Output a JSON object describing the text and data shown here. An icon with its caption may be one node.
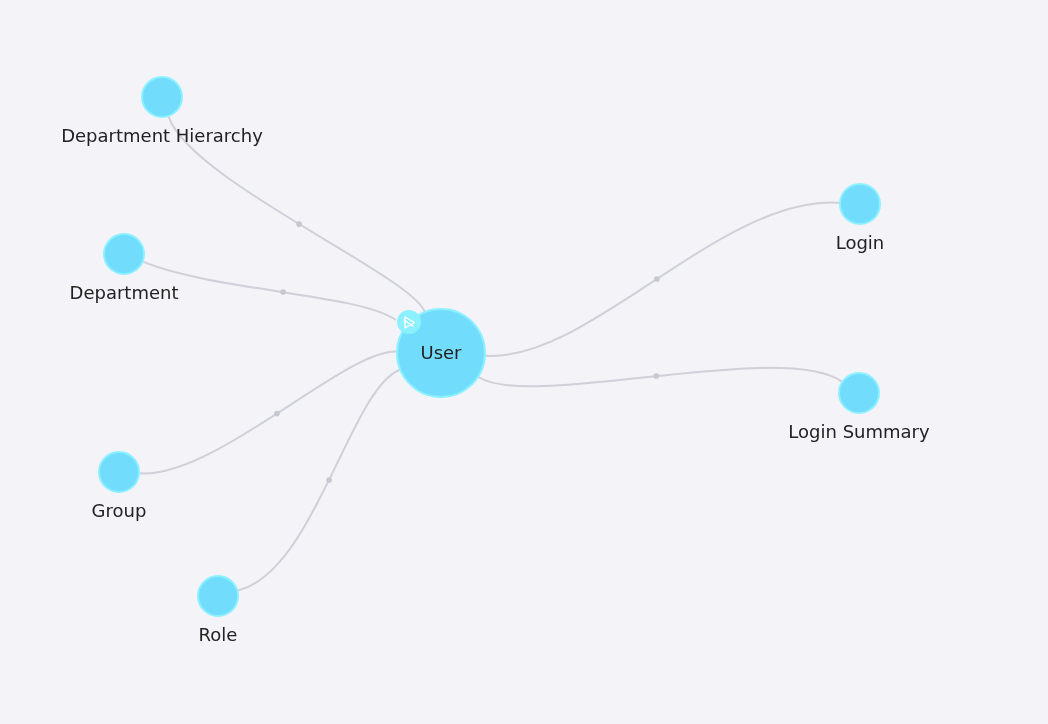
{
  "diagram": {
    "nodes": [
      {
        "text": [
          "User"
        ]
      },
      {
        "text": [
          "Department Hierarchy"
        ]
      },
      {
        "text": [
          "Department"
        ]
      },
      {
        "text": [
          "Group"
        ]
      },
      {
        "text": [
          "Role"
        ]
      },
      {
        "text": [
          "Login"
        ]
      },
      {
        "text": [
          "Login Summary"
        ]
      }
    ],
    "edges": [
      {
        "from": 0,
        "to": 1,
        "arrow": "none"
      },
      {
        "from": 0,
        "to": 2,
        "arrow": "none"
      },
      {
        "from": 0,
        "to": 3,
        "arrow": "none"
      },
      {
        "from": 0,
        "to": 4,
        "arrow": "none"
      },
      {
        "from": 0,
        "to": 5,
        "arrow": "none"
      },
      {
        "from": 0,
        "to": 6,
        "arrow": "none"
      }
    ]
  }
}
